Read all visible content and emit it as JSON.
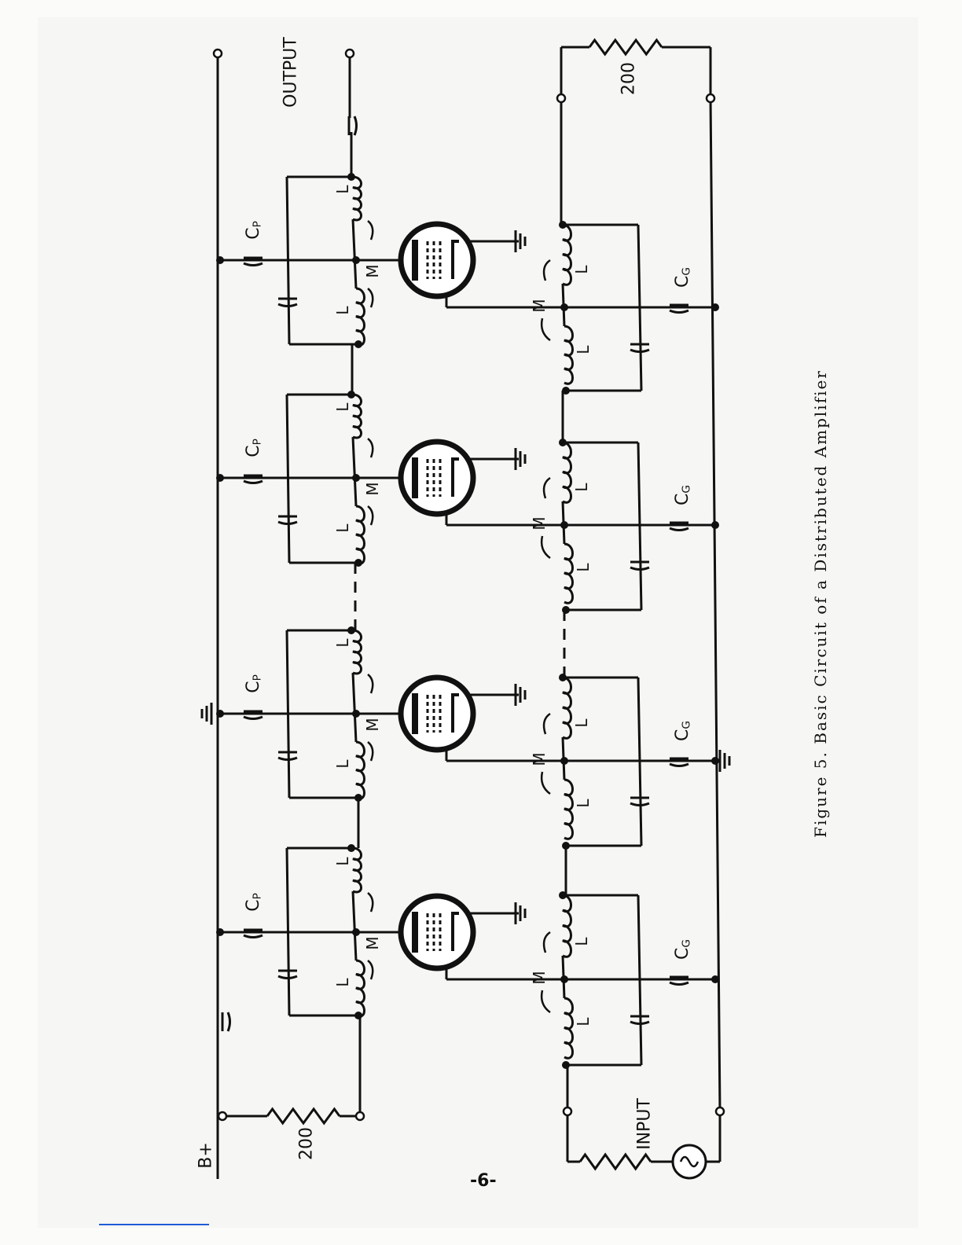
{
  "figure": {
    "caption": "Figure 5.  Basic Circuit of a Distributed Amplifier",
    "page_number": "-6-"
  },
  "labels": {
    "supply": "B+",
    "output": "OUTPUT",
    "input": "INPUT",
    "plate_termination": "200",
    "grid_termination": "200",
    "plate_capacitor": "C",
    "plate_capacitor_subscript": "P",
    "grid_capacitor": "C",
    "grid_capacitor_subscript": "G",
    "inductor": "L",
    "mutual_inductance": "M"
  },
  "stages": [
    {
      "index": 1
    },
    {
      "index": 2
    },
    {
      "index": 3
    },
    {
      "index": 4
    }
  ],
  "colors": {
    "ink": "#111111",
    "paper": "#fbfbfa",
    "footer_rule": "#1f5bd8"
  }
}
